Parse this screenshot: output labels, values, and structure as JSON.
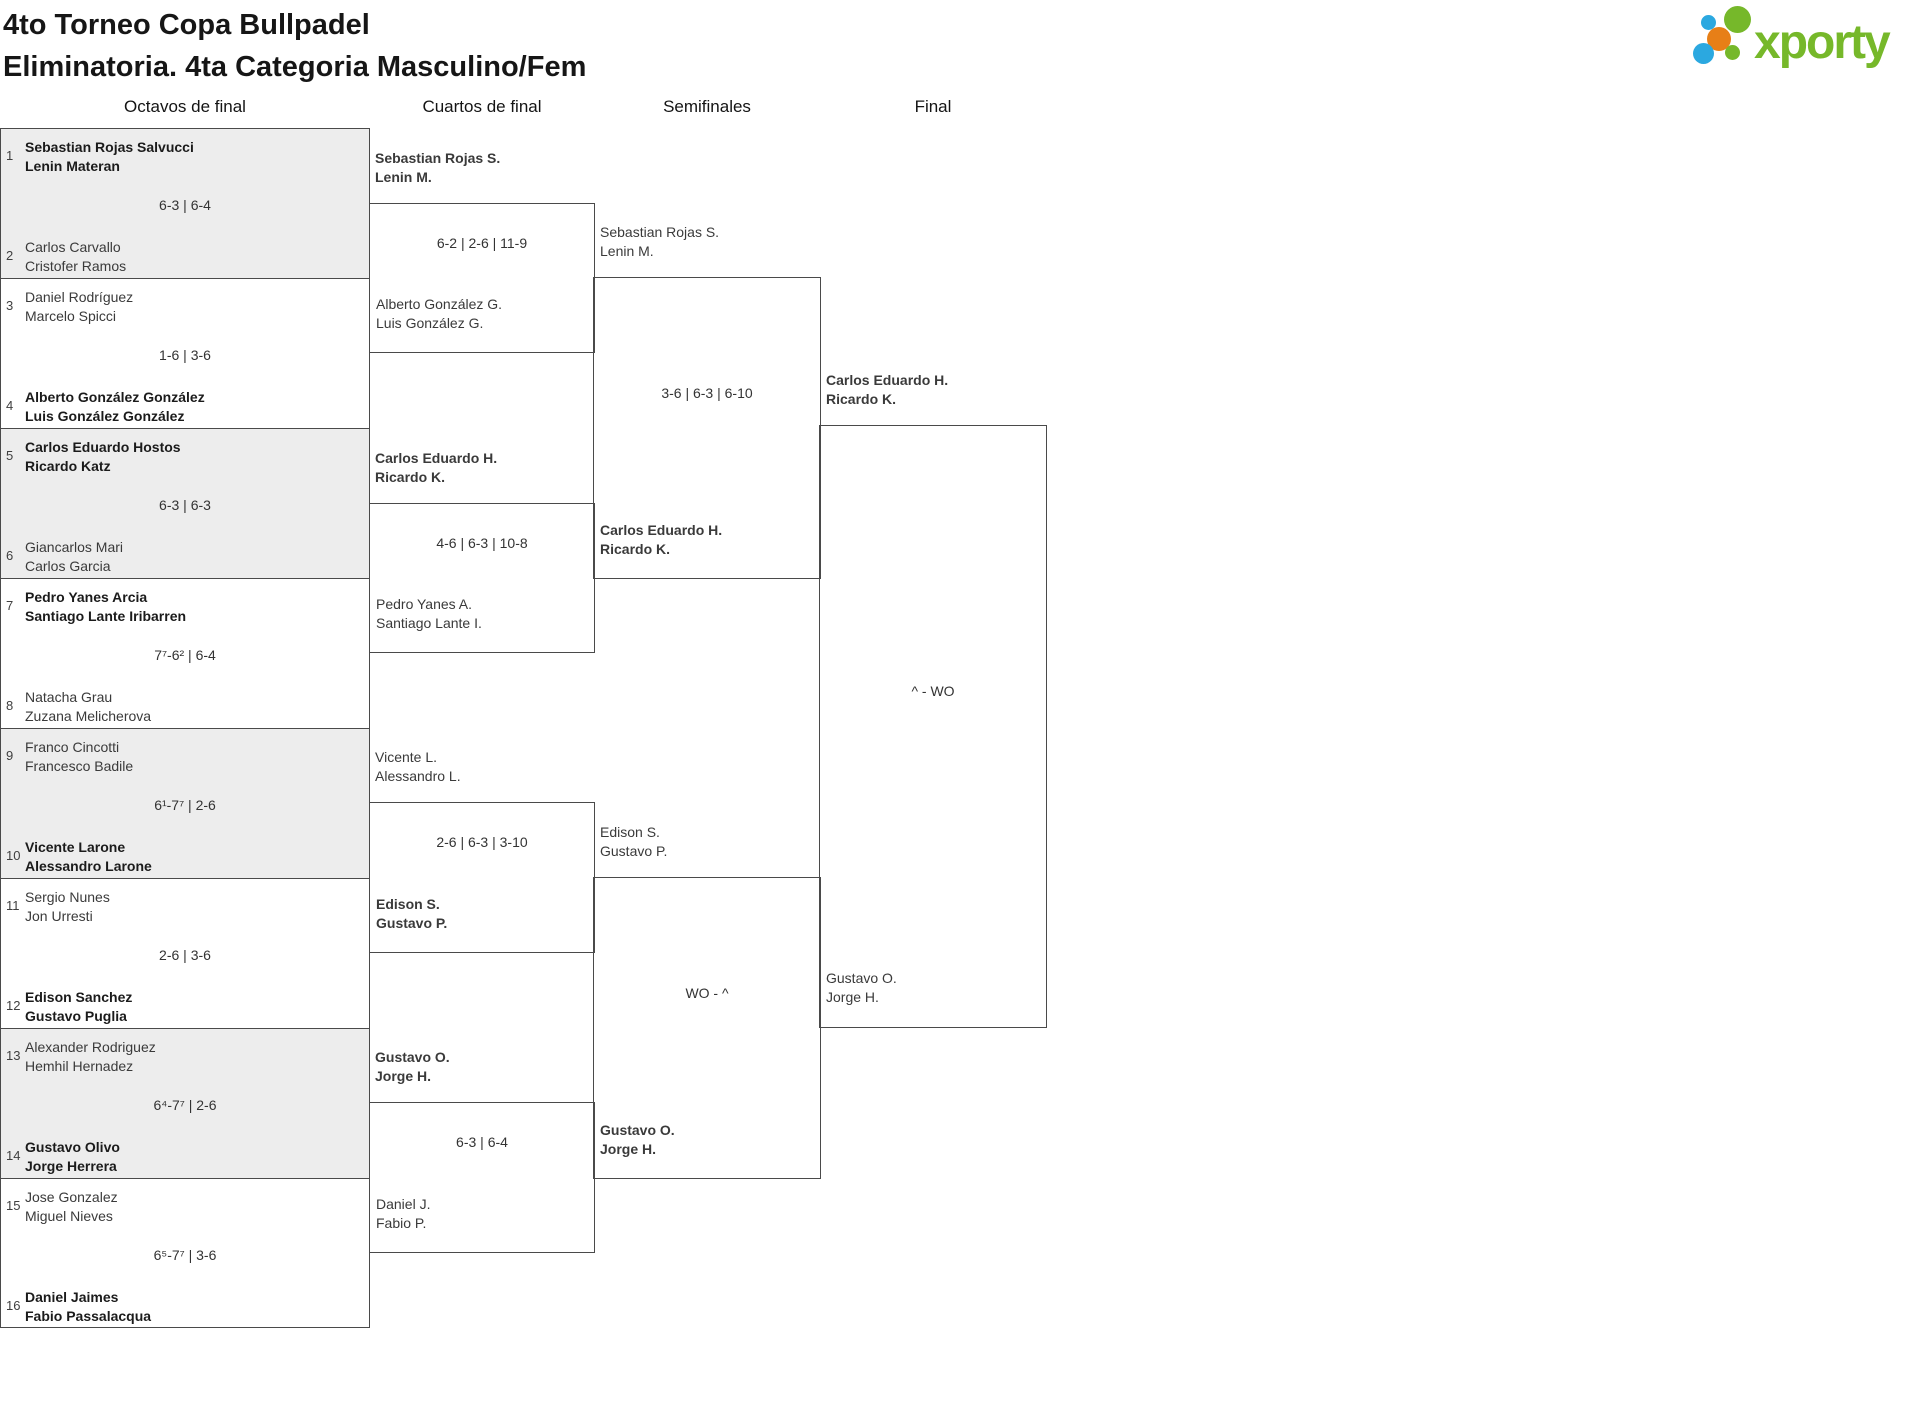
{
  "title": {
    "line1": "4to Torneo Copa Bullpadel",
    "line2": "Eliminatoria. 4ta Categoria Masculino/Fem"
  },
  "logo": {
    "text": "xporty",
    "green": "#76b82a",
    "orange": "#e77f17",
    "blue": "#2ba8e0"
  },
  "headers": {
    "r16": "Octavos de final",
    "qf": "Cuartos de final",
    "sf": "Semifinales",
    "final": "Final"
  },
  "r16": {
    "m1": {
      "seed_top": "1",
      "top1": "Sebastian Rojas Salvucci",
      "top2": "Lenin Materan",
      "score": "6-3 | 6-4",
      "seed_bottom": "2",
      "bottom1": "Carlos Carvallo",
      "bottom2": "Cristofer Ramos",
      "winner": "top"
    },
    "m2": {
      "seed_top": "3",
      "top1": "Daniel Rodríguez",
      "top2": "Marcelo Spicci",
      "score": "1-6 | 3-6",
      "seed_bottom": "4",
      "bottom1": "Alberto González González",
      "bottom2": "Luis González González",
      "winner": "bottom"
    },
    "m3": {
      "seed_top": "5",
      "top1": "Carlos Eduardo Hostos",
      "top2": "Ricardo Katz",
      "score": "6-3 | 6-3",
      "seed_bottom": "6",
      "bottom1": "Giancarlos Mari",
      "bottom2": "Carlos Garcia",
      "winner": "top"
    },
    "m4": {
      "seed_top": "7",
      "top1": "Pedro Yanes Arcia",
      "top2": "Santiago Lante Iribarren",
      "score": "7⁷-6² | 6-4",
      "seed_bottom": "8",
      "bottom1": "Natacha Grau",
      "bottom2": "Zuzana Melicherova",
      "winner": "top"
    },
    "m5": {
      "seed_top": "9",
      "top1": "Franco Cincotti",
      "top2": "Francesco Badile",
      "score": "6¹-7⁷ | 2-6",
      "seed_bottom": "10",
      "bottom1": "Vicente Larone",
      "bottom2": "Alessandro Larone",
      "winner": "bottom"
    },
    "m6": {
      "seed_top": "11",
      "top1": "Sergio Nunes",
      "top2": "Jon Urresti",
      "score": "2-6 | 3-6",
      "seed_bottom": "12",
      "bottom1": "Edison Sanchez",
      "bottom2": "Gustavo Puglia",
      "winner": "bottom"
    },
    "m7": {
      "seed_top": "13",
      "top1": "Alexander Rodriguez",
      "top2": "Hemhil Hernadez",
      "score": "6⁴-7⁷ | 2-6",
      "seed_bottom": "14",
      "bottom1": "Gustavo Olivo",
      "bottom2": "Jorge Herrera",
      "winner": "bottom"
    },
    "m8": {
      "seed_top": "15",
      "top1": "Jose Gonzalez",
      "top2": "Miguel Nieves",
      "score": "6⁵-7⁷ | 3-6",
      "seed_bottom": "16",
      "bottom1": "Daniel Jaimes",
      "bottom2": "Fabio Passalacqua",
      "winner": "bottom"
    }
  },
  "qf": {
    "m1": {
      "above1": "Sebastian Rojas S.",
      "above2": "Lenin M.",
      "score": "6-2 | 2-6 | 11-9",
      "inside1": "Alberto González G.",
      "inside2": "Luis González G.",
      "winner": "above"
    },
    "m2": {
      "above1": "Carlos Eduardo H.",
      "above2": "Ricardo K.",
      "score": "4-6 | 6-3 | 10-8",
      "inside1": "Pedro Yanes A.",
      "inside2": "Santiago Lante I.",
      "winner": "above"
    },
    "m3": {
      "above1": "Vicente L.",
      "above2": "Alessandro L.",
      "score": "2-6 | 6-3 | 3-10",
      "inside1": "Edison S.",
      "inside2": "Gustavo P.",
      "winner": "inside"
    },
    "m4": {
      "above1": "Gustavo O.",
      "above2": "Jorge H.",
      "score": "6-3 | 6-4",
      "inside1": "Daniel J.",
      "inside2": "Fabio P.",
      "winner": "above"
    }
  },
  "sf": {
    "m1": {
      "above1": "Sebastian Rojas S.",
      "above2": "Lenin M.",
      "score": "3-6 | 6-3 | 6-10",
      "inside1": "Carlos Eduardo H.",
      "inside2": "Ricardo K.",
      "winner": "inside"
    },
    "m2": {
      "above1": "Edison S.",
      "above2": "Gustavo P.",
      "score": "WO - ^",
      "inside1": "Gustavo O.",
      "inside2": "Jorge H.",
      "winner": "inside"
    }
  },
  "final": {
    "above1": "Carlos Eduardo H.",
    "above2": "Ricardo K.",
    "score": "^ - WO",
    "below1": "Gustavo O.",
    "below2": "Jorge H.",
    "winner": "above"
  }
}
